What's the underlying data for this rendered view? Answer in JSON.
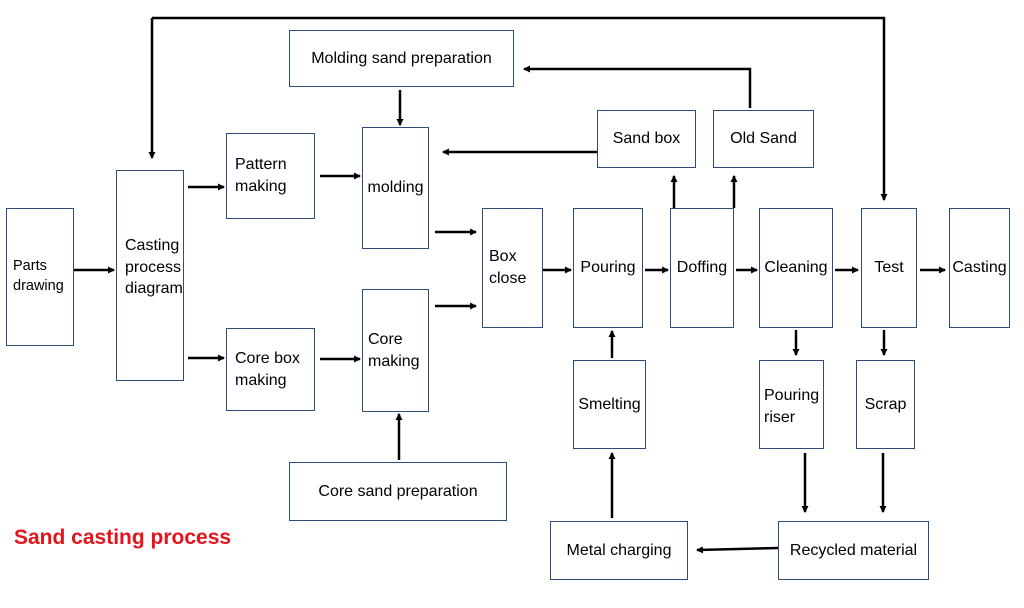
{
  "title": "Sand casting process",
  "colors": {
    "box_border": "#2e4d7b",
    "arrow": "#000000",
    "title": "#e3141b"
  },
  "nodes": {
    "parts_drawing": "Parts\ndrawing",
    "casting_process_diagram": "Casting\nprocess\ndiagram",
    "pattern_making": "Pattern\nmaking",
    "core_box_making": "Core box\nmaking",
    "molding_sand_preparation": "Molding sand preparation",
    "molding": "molding",
    "core_making": "Core\nmaking",
    "core_sand_preparation": "Core sand preparation",
    "sand_box": "Sand box",
    "old_sand": "Old Sand",
    "box_close": "Box\nclose",
    "pouring": "Pouring",
    "doffing": "Doffing",
    "cleaning": "Cleaning",
    "test": "Test",
    "casting": "Casting",
    "smelting": "Smelting",
    "metal_charging": "Metal charging",
    "pouring_riser": "Pouring\nriser",
    "scrap": "Scrap",
    "recycled_material": "Recycled material"
  },
  "edges": [
    [
      "parts_drawing",
      "casting_process_diagram"
    ],
    [
      "casting_process_diagram",
      "pattern_making"
    ],
    [
      "casting_process_diagram",
      "core_box_making"
    ],
    [
      "pattern_making",
      "molding"
    ],
    [
      "core_box_making",
      "core_making"
    ],
    [
      "molding_sand_preparation",
      "molding"
    ],
    [
      "core_sand_preparation",
      "core_making"
    ],
    [
      "sand_box",
      "molding"
    ],
    [
      "old_sand",
      "molding_sand_preparation"
    ],
    [
      "molding",
      "box_close"
    ],
    [
      "core_making",
      "box_close"
    ],
    [
      "box_close",
      "pouring"
    ],
    [
      "pouring",
      "doffing"
    ],
    [
      "doffing",
      "sand_box"
    ],
    [
      "doffing",
      "old_sand"
    ],
    [
      "doffing",
      "cleaning"
    ],
    [
      "cleaning",
      "test"
    ],
    [
      "test",
      "casting"
    ],
    [
      "cleaning",
      "pouring_riser"
    ],
    [
      "test",
      "scrap"
    ],
    [
      "smelting",
      "pouring"
    ],
    [
      "metal_charging",
      "smelting"
    ],
    [
      "pouring_riser",
      "recycled_material"
    ],
    [
      "scrap",
      "recycled_material"
    ],
    [
      "recycled_material",
      "metal_charging"
    ],
    [
      "casting_process_diagram",
      "test"
    ]
  ]
}
